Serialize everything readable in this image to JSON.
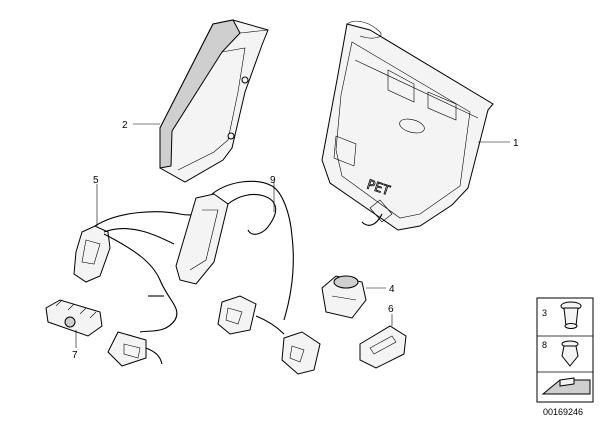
{
  "callouts": {
    "c1": "1",
    "c2": "2",
    "c3": "3",
    "c4": "4",
    "c5": "5",
    "c6": "6",
    "c7": "7",
    "c8": "8",
    "c9": "9"
  },
  "airbag_text": "PET",
  "legend": {
    "n3": "3",
    "n8": "8"
  },
  "diagram_number": "00169246"
}
